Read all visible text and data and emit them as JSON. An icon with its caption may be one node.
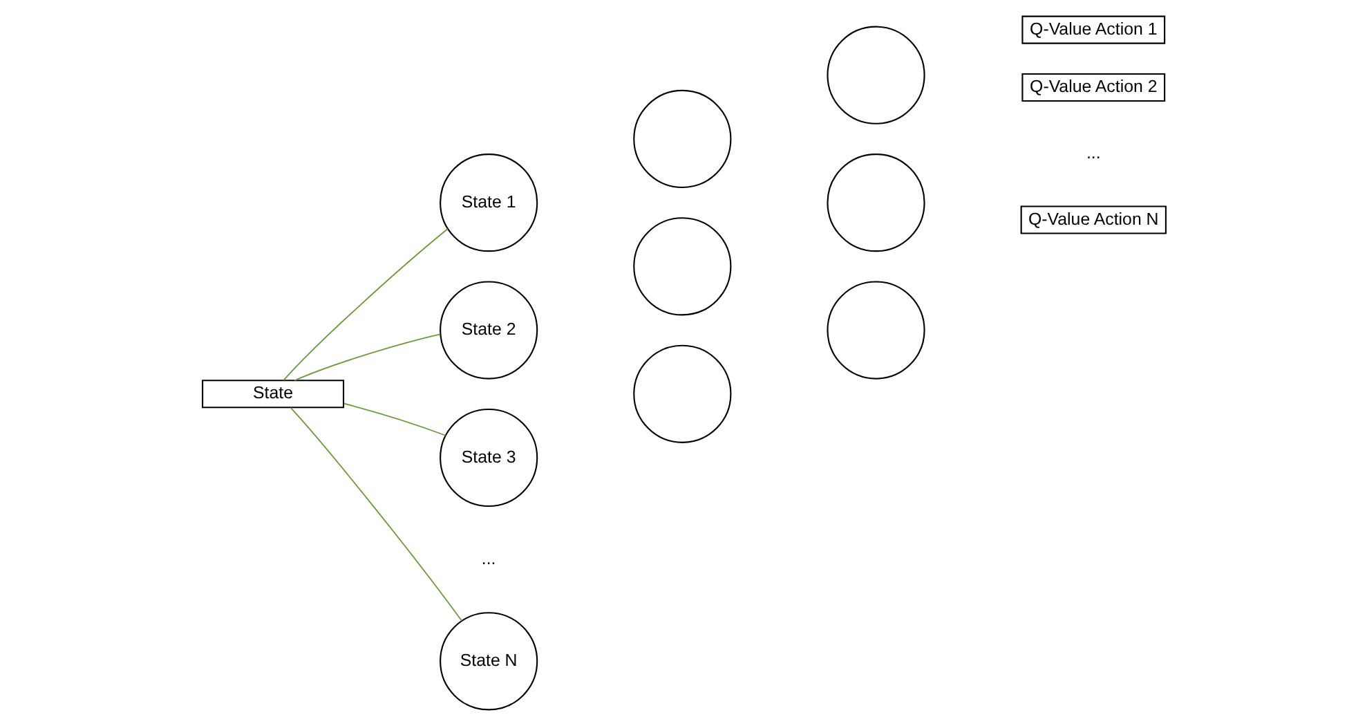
{
  "diagram": {
    "nodes": [
      {
        "text": [
          "State"
        ]
      },
      {
        "text": [
          "State 1"
        ]
      },
      {
        "text": [
          "State 2"
        ]
      },
      {
        "text": [
          "State 3"
        ]
      },
      {
        "text": [
          "State N"
        ]
      },
      {
        "text": [],
        "shape": "circle"
      },
      {
        "text": [],
        "shape": "circle"
      },
      {
        "text": [],
        "shape": "circle"
      },
      {
        "text": [],
        "shape": "circle"
      },
      {
        "text": [],
        "shape": "circle"
      },
      {
        "text": [],
        "shape": "circle"
      },
      {
        "text": [
          "Q-Value Action 1"
        ]
      },
      {
        "text": [
          "Q-Value Action 2"
        ]
      },
      {
        "text": [
          "Q-Value Action N"
        ]
      }
    ],
    "edges": [
      {
        "from": 0,
        "to": 1,
        "arrow": "none"
      },
      {
        "from": 0,
        "to": 2,
        "arrow": "none"
      },
      {
        "from": 0,
        "to": 3,
        "arrow": "none"
      },
      {
        "from": 0,
        "to": 4,
        "arrow": "none"
      }
    ],
    "labels": [
      "...",
      "..."
    ]
  }
}
